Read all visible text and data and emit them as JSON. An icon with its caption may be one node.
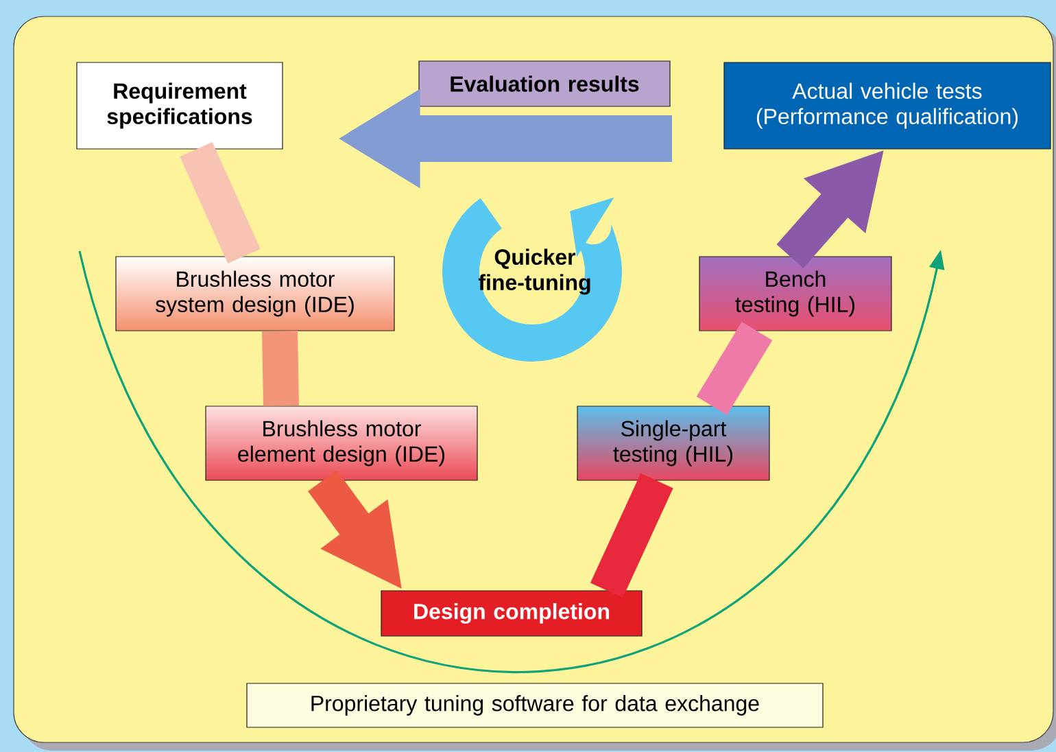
{
  "diagram": {
    "nodes": [
      {
        "text": [
          "Requirement specifications"
        ]
      },
      {
        "text": [
          "Evaluation results"
        ]
      },
      {
        "text": [
          "Actual vehicle tests (Performance qualification)"
        ]
      },
      {
        "text": [
          "Brushless motor system design (IDE)"
        ]
      },
      {
        "text": [
          "Brushless motor element design (IDE)"
        ]
      },
      {
        "text": [
          "Design completion"
        ]
      },
      {
        "text": [
          "Single-part testing (HIL)"
        ]
      },
      {
        "text": [
          "Bench testing (HIL)"
        ]
      },
      {
        "text": [
          "Proprietary tuning software for data exchange"
        ]
      }
    ],
    "edges": [
      {
        "from": null,
        "to": 0,
        "arrow": "to",
        "color": "#829bd2"
      },
      {
        "from": 0,
        "to": 3,
        "arrow": "none",
        "color": "#f7c4b4"
      },
      {
        "from": 3,
        "to": 4,
        "arrow": "none",
        "color": "#f29578"
      },
      {
        "from": 4,
        "to": 5,
        "arrow": "to",
        "color": "#ec5a44"
      },
      {
        "from": 5,
        "to": 6,
        "arrow": "none",
        "color": "#e8283c"
      },
      {
        "from": 6,
        "to": 7,
        "arrow": "none",
        "color": "#ee7aa8"
      },
      {
        "from": 7,
        "to": 2,
        "arrow": "to",
        "color": "#8a5aa8"
      }
    ],
    "labels": [
      "Quicker fine-tuning"
    ]
  }
}
